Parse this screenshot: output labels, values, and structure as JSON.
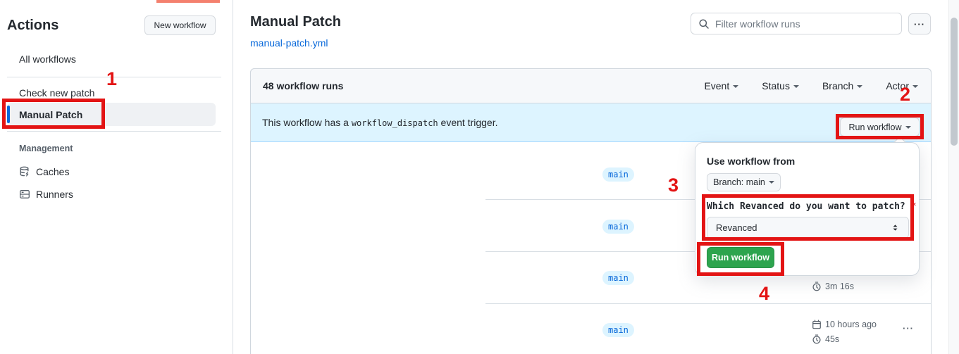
{
  "colors": {
    "accent_blue": "#0969da",
    "banner_blue": "#ddf4ff",
    "button_green": "#2da44e",
    "annotation_red": "#e31414",
    "top_bar_salmon": "#f4806e"
  },
  "sidebar": {
    "title": "Actions",
    "new_workflow_button": "New workflow",
    "all_workflows": "All workflows",
    "items": [
      {
        "label": "Check new patch",
        "selected": false
      },
      {
        "label": "Manual Patch",
        "selected": true
      }
    ],
    "management_label": "Management",
    "caches": "Caches",
    "runners": "Runners"
  },
  "main": {
    "title": "Manual Patch",
    "file_link": "manual-patch.yml",
    "filter_placeholder": "Filter workflow runs",
    "kebab": "···"
  },
  "runs": {
    "count_label": "48 workflow runs",
    "filters": [
      {
        "label": "Event"
      },
      {
        "label": "Status"
      },
      {
        "label": "Branch"
      },
      {
        "label": "Actor"
      }
    ],
    "banner_text_before": "This workflow has a",
    "banner_code": "workflow_dispatch",
    "banner_text_after": "event trigger.",
    "run_workflow_label": "Run workflow",
    "rows": [
      {
        "branch": "main"
      },
      {
        "branch": "main"
      },
      {
        "branch": "main",
        "duration": "3m 16s"
      },
      {
        "branch": "main",
        "date": "10 hours ago",
        "duration": "45s",
        "kebab": "···"
      }
    ]
  },
  "popup": {
    "heading": "Use workflow from",
    "branch_button": "Branch: main",
    "input_label": "Which Revanced do you want to patch?",
    "required_mark": "*",
    "select_value": "Revanced",
    "run_button": "Run workflow"
  },
  "annotations": {
    "step1": "1",
    "step2": "2",
    "step3": "3",
    "step4": "4"
  }
}
